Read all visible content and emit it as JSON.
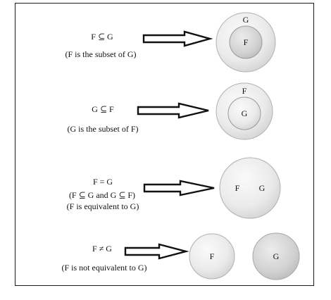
{
  "rows": [
    {
      "relation": "F ⊆ G",
      "caption": "(F is the subset of G)",
      "outer_label": "G",
      "inner_label": "F"
    },
    {
      "relation": "G ⊆ F",
      "caption": "(G is the subset of F)",
      "outer_label": "F",
      "inner_label": "G"
    },
    {
      "relation": "F = G",
      "caption_line1": "(F ⊆ G and G ⊆ F)",
      "caption_line2": "(F is equivalent to G)",
      "label_f": "F",
      "label_g": "G"
    },
    {
      "relation": "F ≠ G",
      "caption": "(F is not equivalent to G)",
      "label_f": "F",
      "label_g": "G"
    }
  ],
  "colors": {
    "circle_light": "#f4f4f4",
    "circle_dark": "#c4c4c4",
    "stroke": "#b0b0b0",
    "arrow": "#111111"
  }
}
